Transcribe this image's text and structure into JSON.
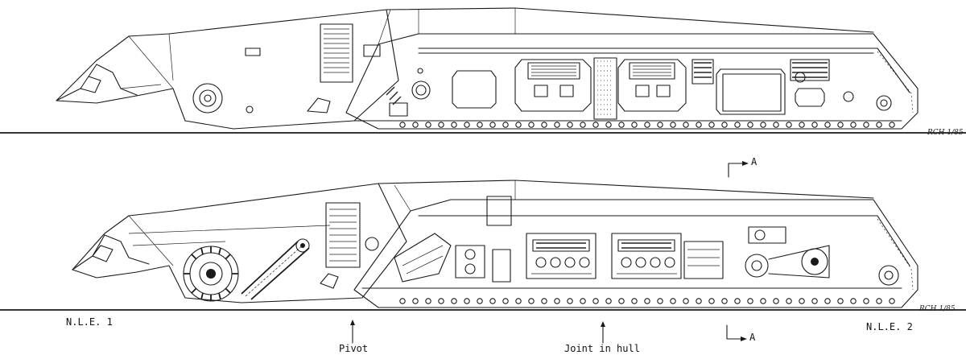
{
  "labels": {
    "left_vehicle": "N.L.E. 1",
    "right_vehicle": "N.L.E. 2",
    "pivot": "Pivot",
    "joint": "Joint in hull",
    "section_top": "A",
    "section_bottom": "A"
  },
  "signatures": {
    "top": "RCH 1/85",
    "bottom": "RCH 1/85"
  }
}
